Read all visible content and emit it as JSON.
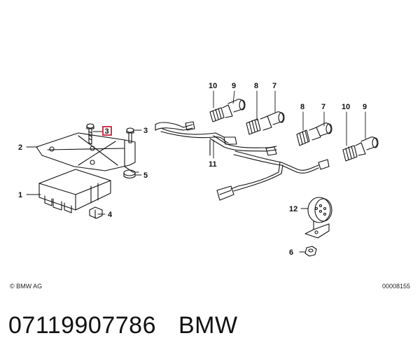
{
  "callouts": {
    "c1": "1",
    "c2": "2",
    "c3_box": "3",
    "c3": "3",
    "c4": "4",
    "c5": "5",
    "c6": "6",
    "c7a": "7",
    "c7b": "7",
    "c8a": "8",
    "c8b": "8",
    "c9a": "9",
    "c9b": "9",
    "c10a": "10",
    "c10b": "10",
    "c11": "11",
    "c12": "12"
  },
  "highlight_color": "#cc1f3a",
  "footer": {
    "copyright": "© BMW AG",
    "diagram_id": "00008155"
  },
  "caption": {
    "part_number": "07119907786",
    "brand": "BMW"
  }
}
